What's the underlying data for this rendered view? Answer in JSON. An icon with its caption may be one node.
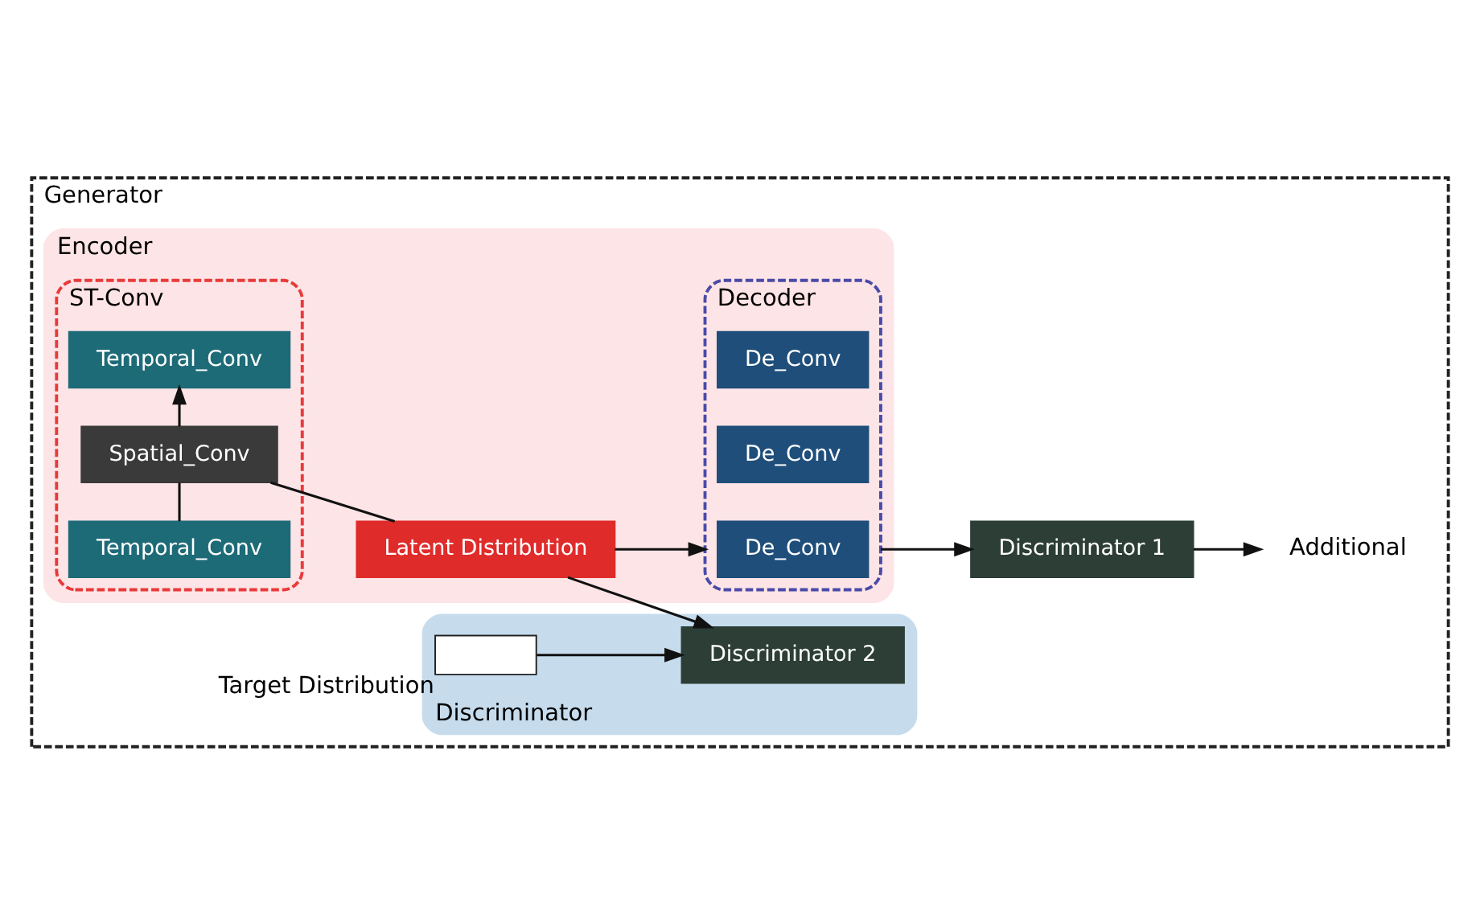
{
  "diagram": {
    "nodes": [
      {
        "text": [
          "Generator"
        ]
      },
      {
        "text": [
          "Encoder"
        ],
        "in": 0
      },
      {
        "text": [
          "ST-Conv"
        ],
        "in": 1
      },
      {
        "text": [
          "Temporal_Conv"
        ],
        "in": 2
      },
      {
        "text": [
          "Spatial_Conv"
        ],
        "in": 2
      },
      {
        "text": [
          "Temporal_Conv"
        ],
        "in": 2
      },
      {
        "text": [
          "Latent Distribution"
        ],
        "in": 1
      },
      {
        "text": [
          "Decoder"
        ],
        "in": 1
      },
      {
        "text": [
          "De_Conv"
        ],
        "in": 7
      },
      {
        "text": [
          "De_Conv"
        ],
        "in": 7
      },
      {
        "text": [
          "De_Conv"
        ],
        "in": 7
      },
      {
        "text": [
          "Discriminator 1"
        ],
        "in": 0
      },
      {
        "text": [
          "Additional"
        ],
        "in": 0
      },
      {
        "text": [
          "Discriminator"
        ],
        "in": 0
      },
      {
        "text": [],
        "shape": "box",
        "beside": [
          "Target Distribution"
        ],
        "in": 13
      },
      {
        "text": [
          "Discriminator 2"
        ],
        "in": 13
      }
    ],
    "edges": [
      {
        "from": 3,
        "to": 4,
        "arrow": "none"
      },
      {
        "from": 4,
        "to": 5,
        "arrow": "to"
      },
      {
        "from": 4,
        "to": 6,
        "arrow": "none"
      },
      {
        "from": 6,
        "to": 7,
        "arrow": "to"
      },
      {
        "from": 7,
        "to": 11,
        "arrow": "to"
      },
      {
        "from": 11,
        "to": 12,
        "arrow": "to"
      },
      {
        "from": 6,
        "to": 15,
        "arrow": "to"
      },
      {
        "from": 14,
        "to": 15,
        "arrow": "to"
      }
    ]
  }
}
